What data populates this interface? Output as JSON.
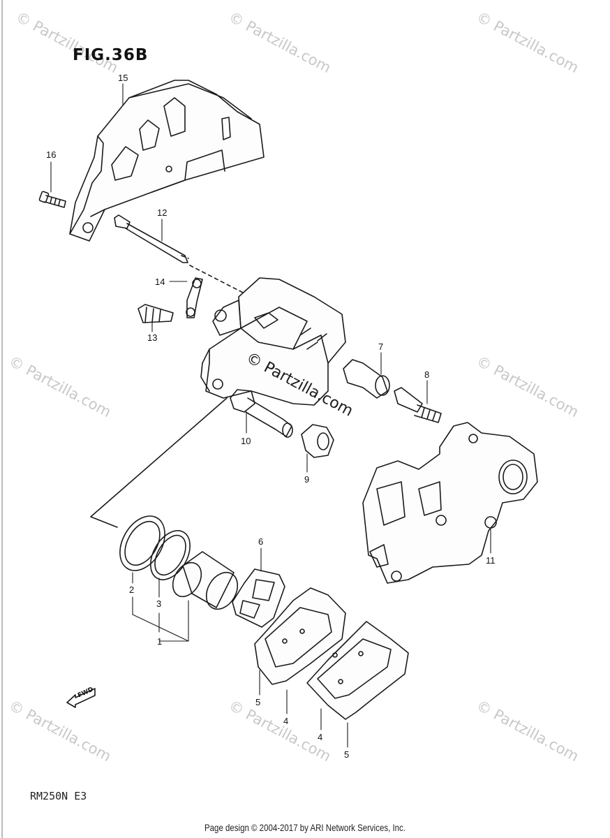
{
  "figure": {
    "title": "FIG.36B",
    "model": "RM250N E3"
  },
  "watermark": {
    "text": "© Partzilla.com"
  },
  "footer": {
    "text": "Page design © 2004-2017 by ARI Network Services, Inc."
  },
  "callouts": [
    "15",
    "16",
    "12",
    "14",
    "13",
    "7",
    "8",
    "10",
    "9",
    "11",
    "6",
    "2",
    "3",
    "1",
    "5",
    "4",
    "4",
    "5"
  ],
  "fwd_badge": {
    "text": "FWD"
  },
  "icons": {
    "direction": "fwd-arrow-icon"
  },
  "colors": {
    "ink": "#1a1a1a",
    "watermark": "#c8c8c8"
  }
}
